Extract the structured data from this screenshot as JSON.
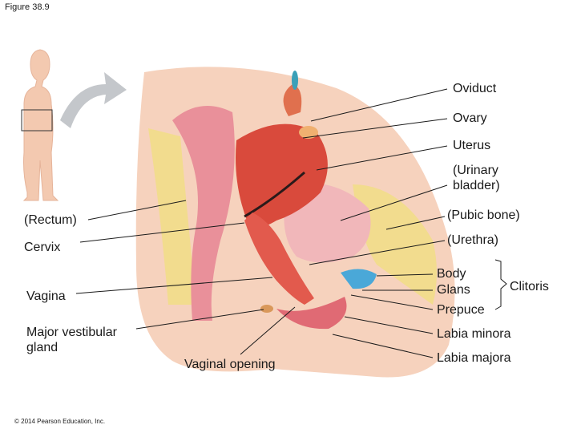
{
  "figure_label": "Figure 38.9",
  "copyright": "© 2014 Pearson Education, Inc.",
  "labels": {
    "oviduct": "Oviduct",
    "ovary": "Ovary",
    "uterus": "Uterus",
    "urinary_bladder": "(Urinary\nbladder)",
    "pubic_bone": "(Pubic bone)",
    "rectum": "(Rectum)",
    "cervix": "Cervix",
    "urethra": "(Urethra)",
    "body": "Body",
    "glans": "Glans",
    "prepuce": "Prepuce",
    "clitoris": "Clitoris",
    "vagina": "Vagina",
    "major_vestibular_gland": "Major vestibular\ngland",
    "labia_minora": "Labia minora",
    "vaginal_opening": "Vaginal opening",
    "labia_majora": "Labia majora"
  },
  "colors": {
    "skin": "#f4cbb0",
    "fat": "#f1d98a",
    "uterus": "#d9473a",
    "muscle": "#e8808a",
    "bladder": "#f0b5b8",
    "clitoris": "#4aa8d8",
    "arrow": "#bfc3c8"
  }
}
